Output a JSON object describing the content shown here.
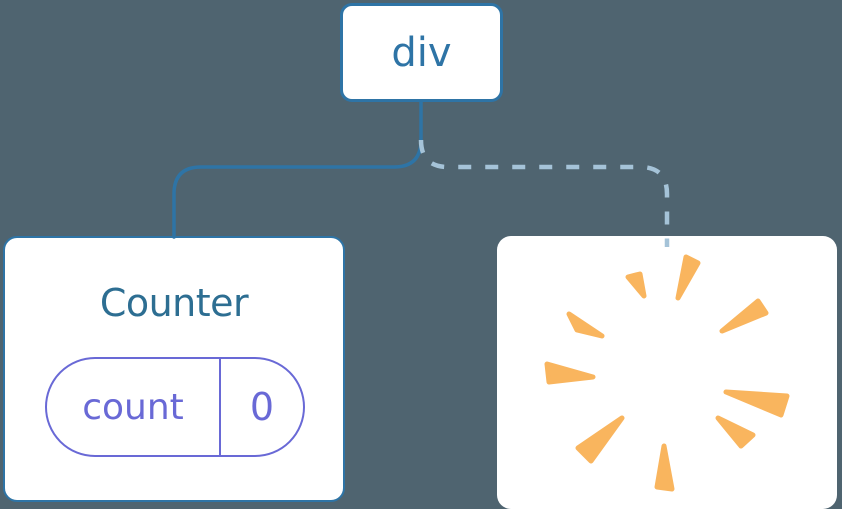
{
  "tree": {
    "root": {
      "label": "div"
    },
    "counter": {
      "title": "Counter",
      "state": {
        "key": "count",
        "value": "0"
      }
    },
    "removed": {
      "icon": "poof-burst"
    }
  },
  "colors": {
    "bg": "#4f6470",
    "steel": "#2e74a6",
    "title": "#2d6e92",
    "purple": "#6969d6",
    "dash": "#a5c3d8",
    "orange": "#f9b55e",
    "card": "#ffffff"
  }
}
